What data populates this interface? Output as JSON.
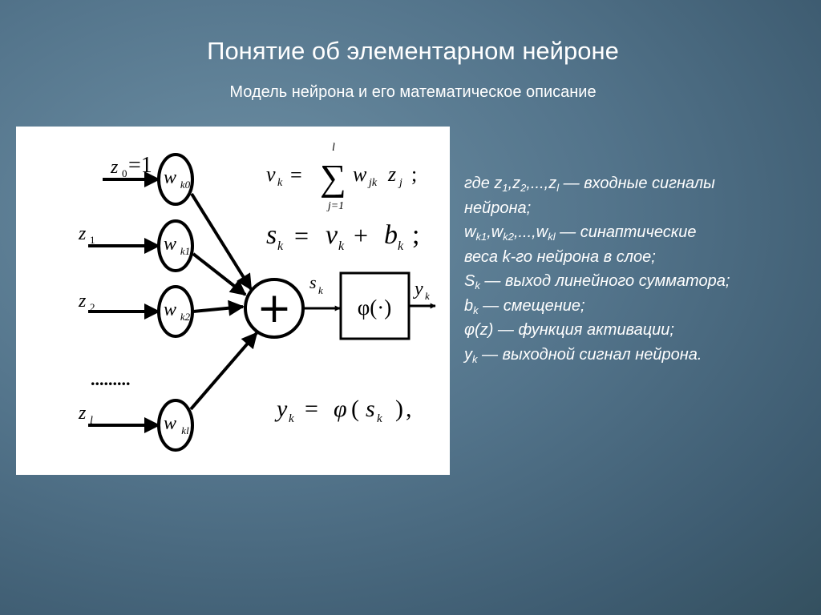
{
  "slide": {
    "title": "Понятие об элементарном нейроне",
    "subtitle": "Модель нейрона и его математическое описание"
  },
  "diagram": {
    "inputs": [
      {
        "z": "z",
        "z_sub": "0",
        "z_value": "=1",
        "w": "w",
        "w_sub": "k0"
      },
      {
        "z": "z",
        "z_sub": "1",
        "w": "w",
        "w_sub": "k1"
      },
      {
        "z": "z",
        "z_sub": "2",
        "w": "w",
        "w_sub": "k2"
      },
      {
        "z": "z",
        "z_sub": "l",
        "w": "w",
        "w_sub": "kl"
      }
    ],
    "ellipsis": ".........",
    "summator_symbol": "+",
    "summator_output": {
      "main": "s",
      "sub": "k"
    },
    "activation_label": "φ(·)",
    "output": {
      "main": "y",
      "sub": "k"
    },
    "formulas": {
      "v": {
        "lhs": "v",
        "lhs_sub": "k",
        "eq": "=",
        "sum": "∑",
        "upper": "l",
        "lower": "j=1",
        "w": "w",
        "w_sub": "jk",
        "z": "z",
        "z_sub": "j",
        "end": ";"
      },
      "s": {
        "lhs": "s",
        "lhs_sub": "k",
        "eq": "=",
        "v": "v",
        "v_sub": "k",
        "plus": "+",
        "b": "b",
        "b_sub": "k",
        "end": ";"
      },
      "y": {
        "lhs": "y",
        "lhs_sub": "k",
        "eq": "=",
        "phi": "φ",
        "open": "(",
        "s": "s",
        "s_sub": "k",
        "close": ")",
        "end": ","
      }
    }
  },
  "legend": [
    {
      "parts": [
        {
          "t": "где "
        },
        {
          "t": "z"
        },
        {
          "t": "1",
          "sub": true
        },
        {
          "t": ","
        },
        {
          "t": "z"
        },
        {
          "t": "2",
          "sub": true
        },
        {
          "t": ",...,"
        },
        {
          "t": "z"
        },
        {
          "t": "l",
          "sub": true
        },
        {
          "t": " — входные  сигналы"
        }
      ]
    },
    {
      "parts": [
        {
          "t": "нейрона;"
        }
      ]
    },
    {
      "parts": [
        {
          "t": "w"
        },
        {
          "t": "k1",
          "sub": true
        },
        {
          "t": ","
        },
        {
          "t": "w"
        },
        {
          "t": "k2",
          "sub": true
        },
        {
          "t": ",...,"
        },
        {
          "t": "w"
        },
        {
          "t": "kl",
          "sub": true
        },
        {
          "t": "  — синаптические"
        }
      ]
    },
    {
      "parts": [
        {
          "t": "веса    k-го нейрона в слое;"
        }
      ]
    },
    {
      "parts": [
        {
          "t": "S"
        },
        {
          "t": "k",
          "sub": true
        },
        {
          "t": " — выход  линейного сумматора;"
        }
      ]
    },
    {
      "parts": [
        {
          "t": "b"
        },
        {
          "t": "k",
          "sub": true
        },
        {
          "t": " — смещение;"
        }
      ]
    },
    {
      "parts": [
        {
          "t": "φ(z) — функция активации;"
        }
      ]
    },
    {
      "parts": [
        {
          "t": "y"
        },
        {
          "t": "k",
          "sub": true
        },
        {
          "t": " — выходной сигнал нейрона."
        }
      ]
    }
  ]
}
